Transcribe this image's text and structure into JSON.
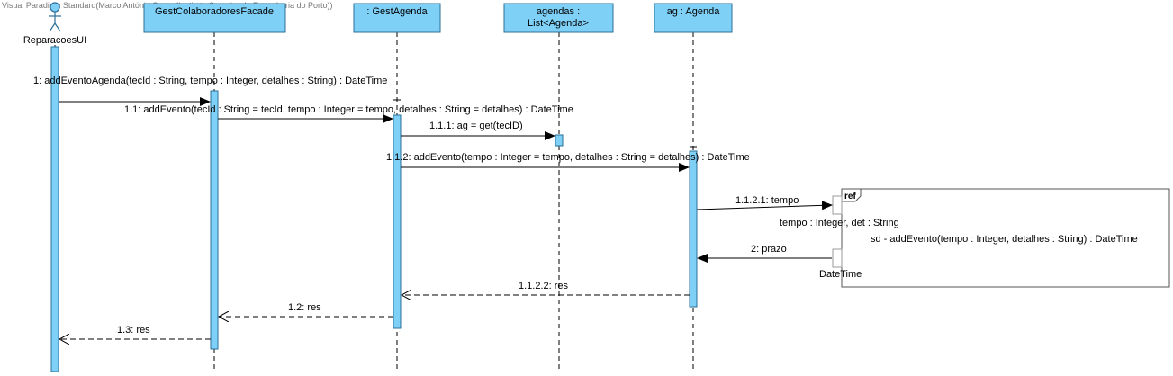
{
  "watermark": "Visual Paradigm Standard(Marco António Sousa(Instituto Superior de Engenharia do Porto))",
  "colors": {
    "lifeline_fill": "#7FD0F7",
    "lifeline_stroke": "#2B6F99",
    "frame_stroke": "#555555",
    "line": "#000000"
  },
  "actor": {
    "name": "ReparacoesUI",
    "icon": "stick-figure-icon"
  },
  "lifelines": [
    {
      "id": "facade",
      "label_1": "GestColaboradoresFacade",
      "label_2": ""
    },
    {
      "id": "gestagenda",
      "label_1": ": GestAgenda",
      "label_2": ""
    },
    {
      "id": "agendas",
      "label_1": "agendas :",
      "label_2": "List<Agenda>"
    },
    {
      "id": "ag",
      "label_1": "ag : Agenda",
      "label_2": ""
    }
  ],
  "messages": [
    {
      "id": "m1",
      "label": "1: addEventoAgenda(tecId : String, tempo : Integer, detalhes : String) : DateTime",
      "kind": "call"
    },
    {
      "id": "m11",
      "label": "1.1: addEvento(tecId : String = tecId, tempo : Integer = tempo, detalhes : String = detalhes) : DateTime",
      "kind": "call"
    },
    {
      "id": "m111",
      "label": "1.1.1: ag = get(tecID)",
      "kind": "call"
    },
    {
      "id": "m112",
      "label": "1.1.2: addEvento(tempo : Integer = tempo, detalhes : String = detalhes) : DateTime",
      "kind": "call"
    },
    {
      "id": "m1121",
      "label": "1.1.2.1: tempo",
      "kind": "call"
    },
    {
      "id": "m2",
      "label": "2: prazo",
      "kind": "call"
    },
    {
      "id": "m1122",
      "label": "1.1.2.2: res",
      "kind": "return"
    },
    {
      "id": "m12",
      "label": "1.2: res",
      "kind": "return"
    },
    {
      "id": "m13",
      "label": "1.3: res",
      "kind": "return"
    }
  ],
  "ref_frame": {
    "tag": "ref",
    "params": "tempo : Integer, det : String",
    "title": "sd - addEvento(tempo : Integer, detalhes : String) : DateTime",
    "return_label": "DateTime"
  }
}
